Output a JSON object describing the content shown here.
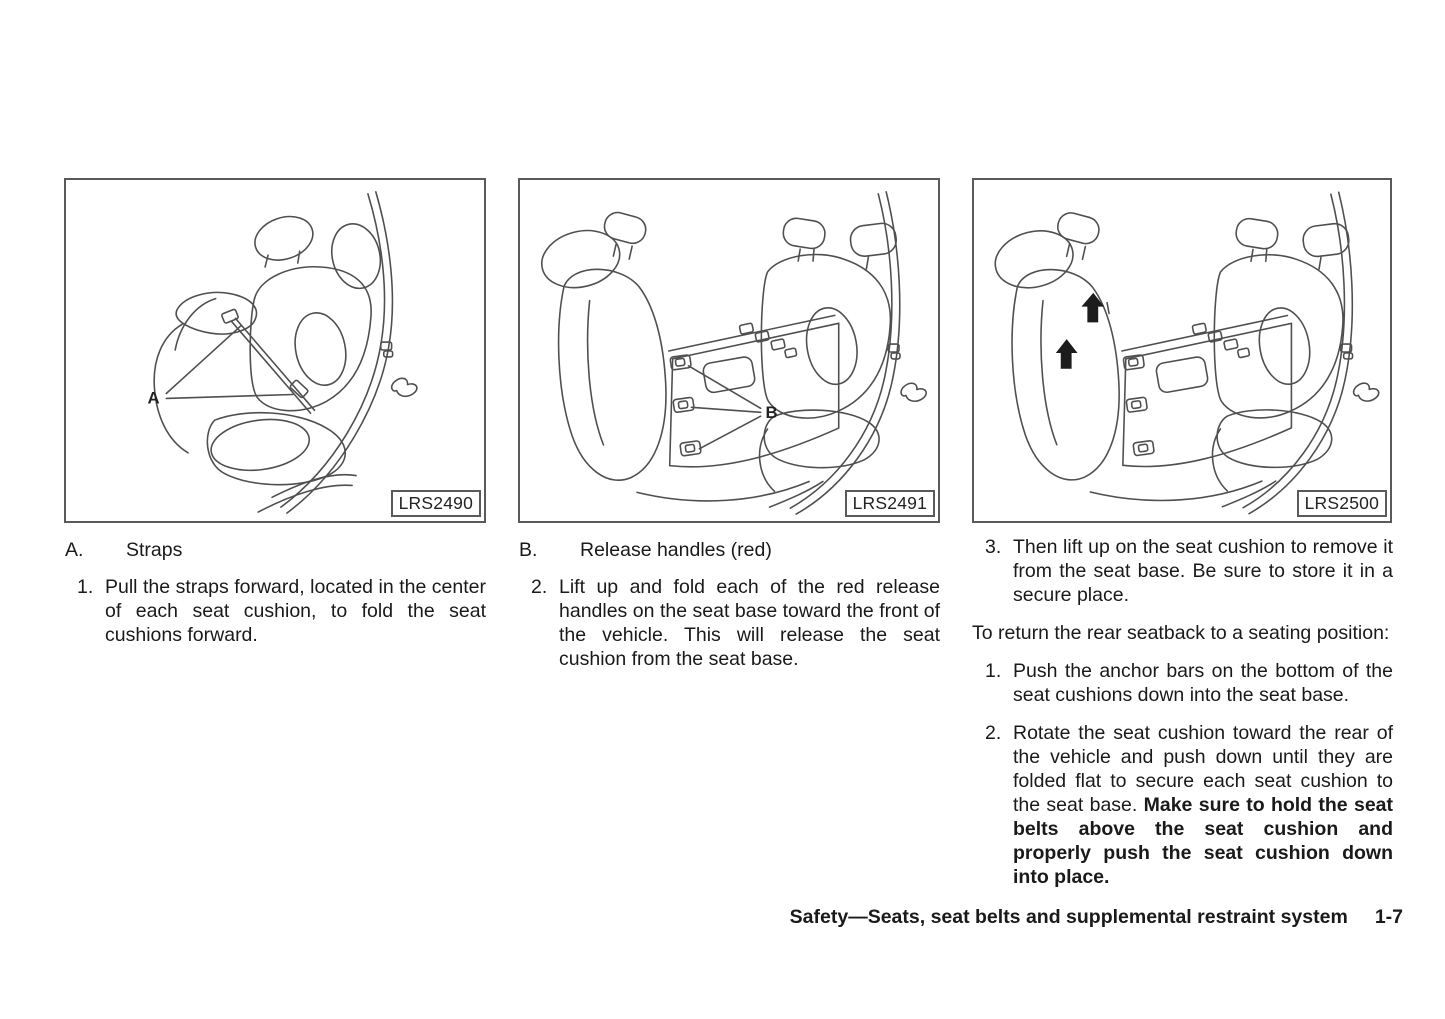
{
  "figures": [
    {
      "code": "LRS2490",
      "callout": "A",
      "caption_label": "A.",
      "caption_text": "Straps",
      "steps": [
        {
          "num": "1.",
          "text": "Pull the straps forward, located in the center of each seat cushion, to fold the seat cushions forward."
        }
      ]
    },
    {
      "code": "LRS2491",
      "callout": "B",
      "caption_label": "B.",
      "caption_text": "Release handles (red)",
      "steps": [
        {
          "num": "2.",
          "text": "Lift up and fold each of the red release handles on the seat base toward the front of the vehicle. This will release the seat cushion from the seat base."
        }
      ]
    },
    {
      "code": "LRS2500",
      "steps": [
        {
          "num": "3.",
          "text": "Then lift up on the seat cushion to remove it from the seat base. Be sure to store it in a secure place."
        }
      ],
      "return_intro": "To return the rear seatback to a seating position:",
      "return_steps": [
        {
          "num": "1.",
          "text": "Push the anchor bars on the bottom of the seat cushions down into the seat base."
        },
        {
          "num": "2.",
          "text": "Rotate the seat cushion toward the rear of the vehicle and push down until they are folded flat to secure each seat cushion to the seat base. ",
          "bold_text": "Make sure to hold the seat belts above the seat cushion and properly push the seat cushion down into place."
        }
      ]
    }
  ],
  "footer": {
    "section_title": "Safety—Seats, seat belts and supplemental restraint system",
    "page_number": "1-7"
  },
  "colors": {
    "line_art": "#4f4f4f",
    "text": "#1a1a1a",
    "panel_border": "#5a5a5a"
  }
}
